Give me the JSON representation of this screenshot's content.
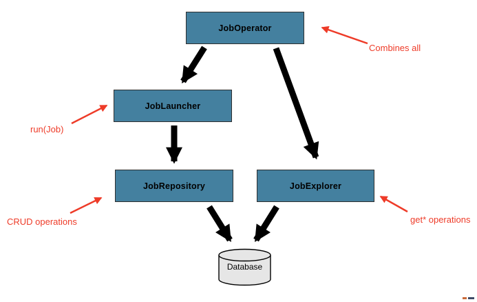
{
  "diagram": {
    "kind": "architecture-diagram",
    "nodes": [
      {
        "id": "job-operator",
        "label": "JobOperator",
        "shape": "rect"
      },
      {
        "id": "job-launcher",
        "label": "JobLauncher",
        "shape": "rect"
      },
      {
        "id": "job-repository",
        "label": "JobRepository",
        "shape": "rect"
      },
      {
        "id": "job-explorer",
        "label": "JobExplorer",
        "shape": "rect"
      },
      {
        "id": "database",
        "label": "Database",
        "shape": "cylinder"
      }
    ],
    "edges": [
      {
        "from": "job-operator",
        "to": "job-launcher"
      },
      {
        "from": "job-operator",
        "to": "job-explorer"
      },
      {
        "from": "job-launcher",
        "to": "job-repository"
      },
      {
        "from": "job-repository",
        "to": "database"
      },
      {
        "from": "job-explorer",
        "to": "database"
      }
    ],
    "annotations": [
      {
        "label": "Combines all",
        "target": "job-operator"
      },
      {
        "label": "run(Job)",
        "target": "job-launcher"
      },
      {
        "label": "CRUD operations",
        "target": "job-repository"
      },
      {
        "label": "get* operations",
        "target": "job-explorer"
      }
    ],
    "colors": {
      "node_fill": "#44809f",
      "node_border": "#2e2e2e",
      "edge_black": "#000000",
      "annotation_red": "#ee3b28",
      "cylinder_fill": "#e6e6e6"
    }
  }
}
